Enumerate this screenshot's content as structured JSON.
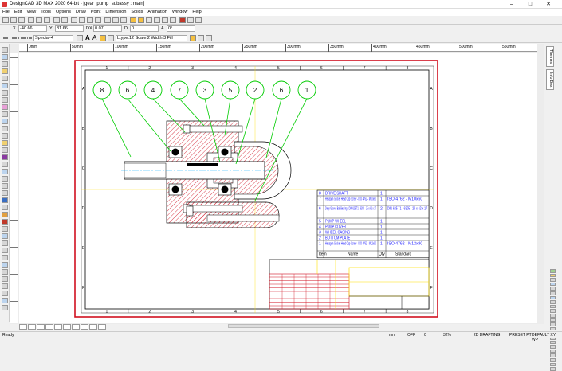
{
  "window": {
    "title": "DesignCAD 3D MAX 2020 64-bit - [gear_pump_subassy : main]",
    "minimize": "–",
    "maximize": "□",
    "close": "✕"
  },
  "menu": [
    "File",
    "Edit",
    "View",
    "Tools",
    "Options",
    "Draw",
    "Point",
    "Dimension",
    "Solids",
    "Animation",
    "Window",
    "Help"
  ],
  "coords": {
    "x_label": "X",
    "x_value": "-40.66",
    "y_label": "Y",
    "y_value": "81.66",
    "dx_label": "DX",
    "dx_value": "0.07",
    "d_label": "D",
    "d_value": "0",
    "a_label": "A",
    "a_value": "0°"
  },
  "style": {
    "line_type": "Special-4",
    "line_info": "Ltype:12  Scale:2  Width:3  Fill",
    "size_label": "A"
  },
  "ruler": {
    "ticks": [
      "0mm",
      "50mm",
      "100mm",
      "150mm",
      "200mm",
      "250mm",
      "300mm",
      "350mm",
      "400mm",
      "450mm",
      "500mm",
      "550mm"
    ]
  },
  "right_tabs": [
    "Themes",
    "Info Box"
  ],
  "balloons": [
    "8",
    "6",
    "4",
    "7",
    "3",
    "5",
    "2",
    "6",
    "1"
  ],
  "frame": {
    "cols": [
      "1",
      "2",
      "3",
      "4",
      "5",
      "6",
      "7",
      "8"
    ],
    "rows": [
      "A",
      "B",
      "C",
      "D",
      "E",
      "F"
    ]
  },
  "bom": {
    "rows": [
      {
        "item": "8",
        "name": "DRIVE SHAFT",
        "qty": "1",
        "std": ""
      },
      {
        "item": "7",
        "name": "Hexagon Socket Head Cap Screw - ISO 4762 - M10x60",
        "qty": "1",
        "std": "ISO 4762 - M10x60"
      },
      {
        "item": "6",
        "name": "Deep Groove Ball Bearing - DIN 625 T1 - 6305 - 25 x 62 x 17",
        "qty": "2",
        "std": "DIN 625 T1 - 6305 - 25 x 62 x 17"
      },
      {
        "item": "5",
        "name": "PUMP WHEEL",
        "qty": "1",
        "std": ""
      },
      {
        "item": "4",
        "name": "PUMP COVER",
        "qty": "1",
        "std": ""
      },
      {
        "item": "3",
        "name": "WHEEL CASING",
        "qty": "1",
        "std": ""
      },
      {
        "item": "2",
        "name": "BOTTOM PLATE",
        "qty": "1",
        "std": ""
      },
      {
        "item": "1",
        "name": "Hexagon Socket Head Cap Screw - ISO 4762 - M12x90",
        "qty": "1",
        "std": "ISO 4762 - M12x90"
      }
    ],
    "header": {
      "item": "Item",
      "name": "Name",
      "qty": "Qty",
      "std": "Standard"
    }
  },
  "statusbar": {
    "ready": "Ready",
    "units": "mm",
    "off": "OFF",
    "zero": "0",
    "zoom": "32%",
    "mode": "2D DRAFTING",
    "preset": "PRESET PT",
    "view": "DEFAULT XY WP"
  }
}
